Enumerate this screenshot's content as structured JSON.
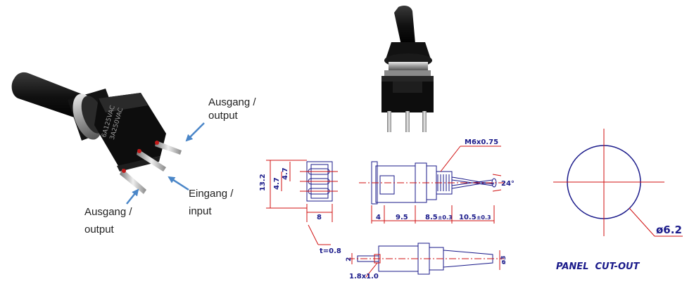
{
  "photo_labels": {
    "output_top_line1": "Ausgang /",
    "output_top_line2": "output",
    "input_line1": "Eingang /",
    "input_line2": "input",
    "output_bottom_line1": "Ausgang /",
    "output_bottom_line2": "output"
  },
  "switch_markings": {
    "line1": "6A125VAC",
    "line2": "3A250VAC"
  },
  "drawing_dims": {
    "height_total": "13.2",
    "pitch_a": "4.7",
    "pitch_b": "4.7",
    "width_8": "8",
    "thickness": "t=0.8",
    "d_4": "4",
    "d_9_5": "9.5",
    "d_8_5": "8.5",
    "tol_8_5": "±0.3",
    "d_10_5": "10.5",
    "tol_10_5": "±0.3",
    "thread": "M6x0.75",
    "angle": "24°",
    "d_2": "2",
    "slot": "1.8x1.0",
    "d_phi3": "ø3"
  },
  "panel": {
    "diameter": "ø6.2",
    "caption": "PANEL  CUT-OUT"
  },
  "colors": {
    "drawing_line": "#1a1a8a",
    "center_line": "#d01010",
    "arrow": "#4a86c8"
  }
}
